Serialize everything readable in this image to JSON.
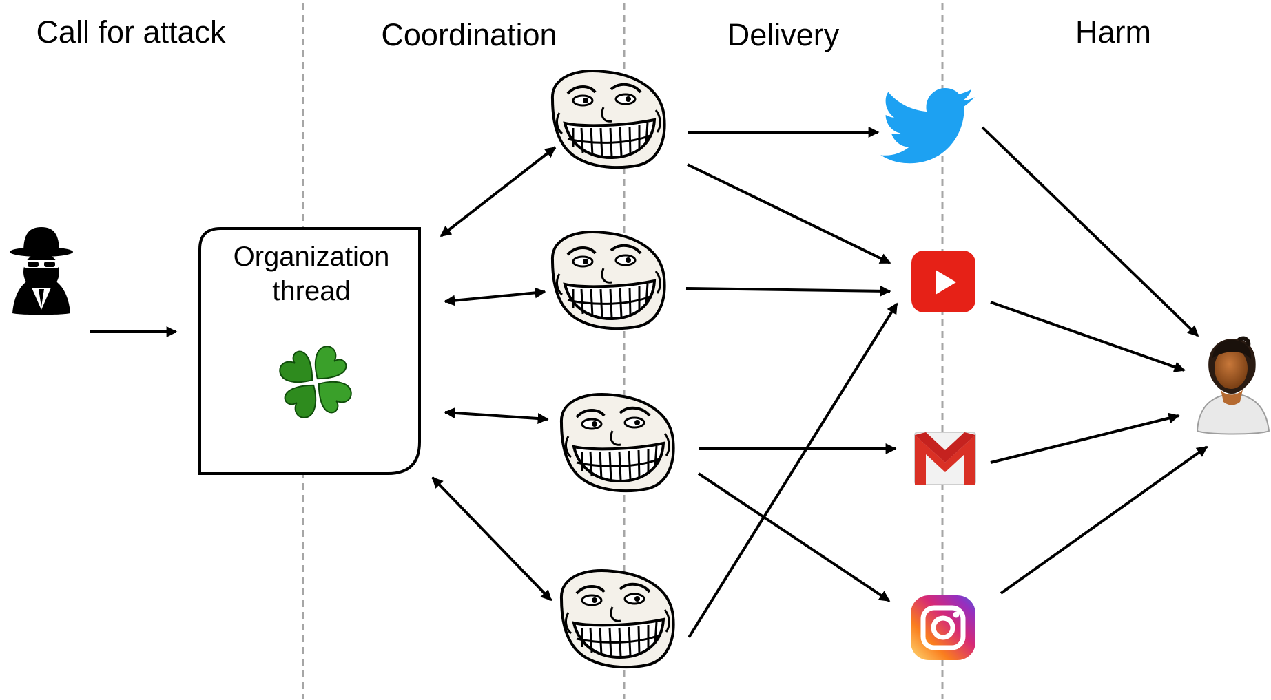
{
  "phases": [
    {
      "id": "call",
      "label": "Call for attack"
    },
    {
      "id": "coordination",
      "label": "Coordination"
    },
    {
      "id": "delivery",
      "label": "Delivery"
    },
    {
      "id": "harm",
      "label": "Harm"
    }
  ],
  "organization_box": {
    "line1": "Organization",
    "line2": "thread",
    "icon": "clover-icon"
  },
  "attacker_icon": "spy-icon",
  "troll_icons": [
    "troll-face-icon",
    "troll-face-icon",
    "troll-face-icon",
    "troll-face-icon"
  ],
  "platforms": [
    {
      "id": "twitter",
      "icon": "twitter-icon",
      "color": "#1da1f2"
    },
    {
      "id": "youtube",
      "icon": "youtube-icon",
      "color": "#e62117"
    },
    {
      "id": "gmail",
      "icon": "gmail-icon",
      "color": "#d93025"
    },
    {
      "id": "instagram",
      "icon": "instagram-icon",
      "color": "#c13584"
    }
  ],
  "victim_icon": "victim-avatar-icon",
  "colors": {
    "separator": "#a6a6a6",
    "clover": "#2e8b1e",
    "arrows": "#000000"
  }
}
